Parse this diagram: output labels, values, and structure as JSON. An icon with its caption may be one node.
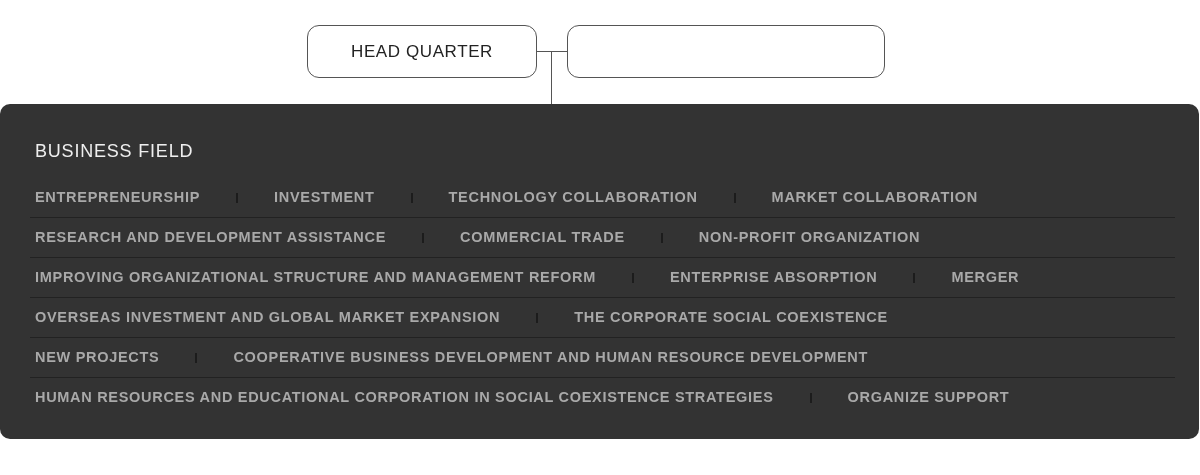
{
  "diagram": {
    "nodes": [
      {
        "text": [
          "HEAD QUARTER"
        ]
      },
      {
        "text": [],
        "shape": "box"
      },
      {
        "text": [
          "BUSINESS FIELD",
          "ENTREPRENEURSHIP",
          "INVESTMENT",
          "TECHNOLOGY COLLABORATION",
          "MARKET COLLABORATION",
          "RESEARCH AND DEVELOPMENT ASSISTANCE",
          "COMMERCIAL TRADE",
          "NON-PROFIT ORGANIZATION",
          "IMPROVING ORGANIZATIONAL STRUCTURE AND MANAGEMENT REFORM",
          "ENTERPRISE ABSORPTION",
          "MERGER",
          "OVERSEAS INVESTMENT AND GLOBAL MARKET EXPANSION",
          "THE CORPORATE SOCIAL COEXISTENCE",
          "NEW PROJECTS",
          "COOPERATIVE BUSINESS DEVELOPMENT AND HUMAN RESOURCE DEVELOPMENT",
          "HUMAN RESOURCES AND EDUCATIONAL CORPORATION IN SOCIAL COEXISTENCE STRATEGIES",
          "ORGANIZE SUPPORT"
        ]
      }
    ],
    "edges": [
      {
        "from": 0,
        "to": 1,
        "arrow": "none"
      },
      {
        "from": 0,
        "to": 2,
        "arrow": "none"
      }
    ]
  }
}
